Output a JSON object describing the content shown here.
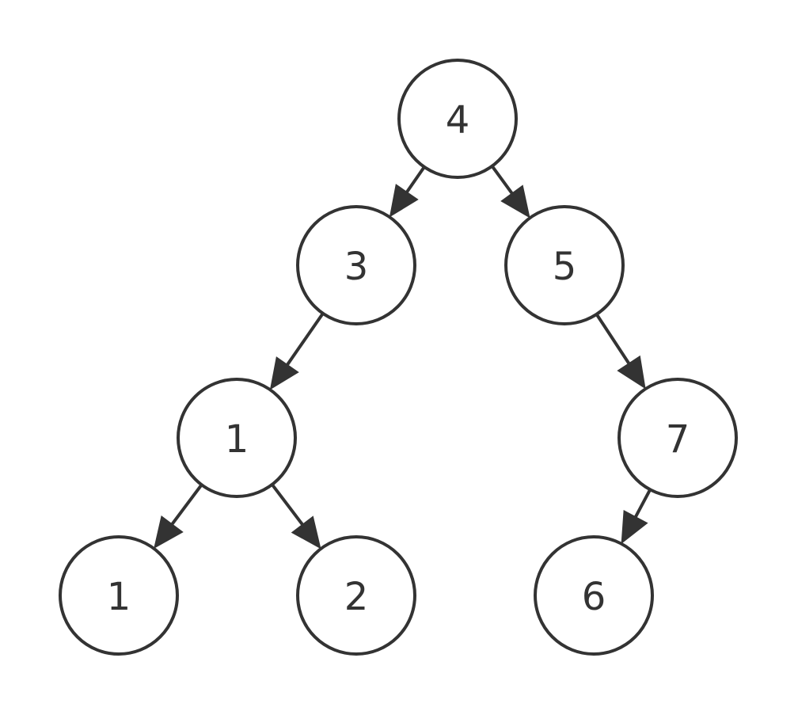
{
  "diagram": {
    "type": "binary-tree",
    "colors": {
      "stroke": "#333333",
      "fill": "#ffffff",
      "text": "#333333"
    },
    "nodes": [
      {
        "id": "n4",
        "label": "4"
      },
      {
        "id": "n3",
        "label": "3"
      },
      {
        "id": "n5",
        "label": "5"
      },
      {
        "id": "n1a",
        "label": "1"
      },
      {
        "id": "n7",
        "label": "7"
      },
      {
        "id": "n1b",
        "label": "1"
      },
      {
        "id": "n2",
        "label": "2"
      },
      {
        "id": "n6",
        "label": "6"
      }
    ],
    "edges": [
      {
        "from": "n4",
        "to": "n3"
      },
      {
        "from": "n4",
        "to": "n5"
      },
      {
        "from": "n3",
        "to": "n1a"
      },
      {
        "from": "n5",
        "to": "n7"
      },
      {
        "from": "n1a",
        "to": "n1b"
      },
      {
        "from": "n1a",
        "to": "n2"
      },
      {
        "from": "n7",
        "to": "n6"
      }
    ]
  }
}
